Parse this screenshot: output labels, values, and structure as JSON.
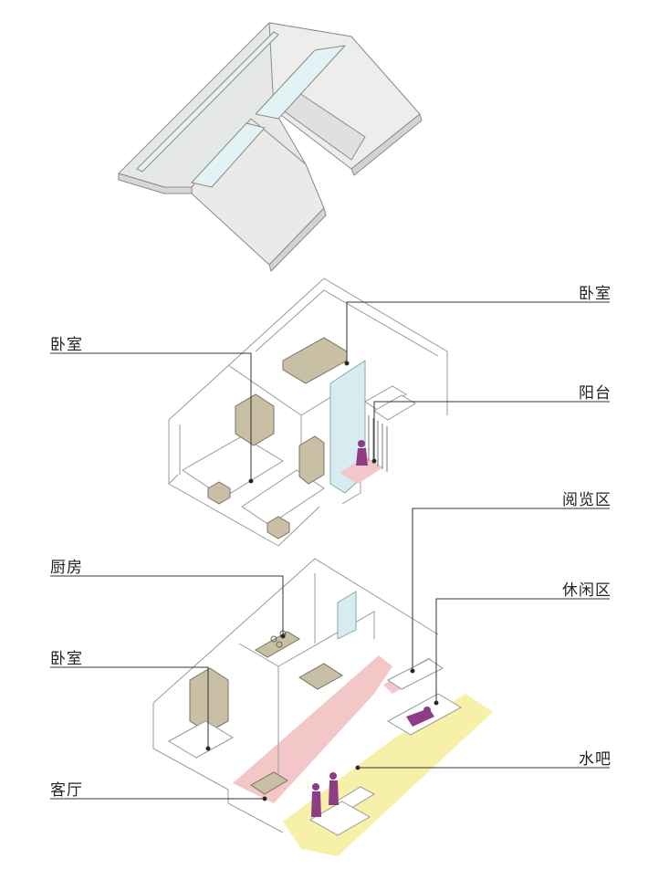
{
  "labels": {
    "upper_bedroom_right": "卧室",
    "upper_bedroom_left": "卧室",
    "balcony": "阳台",
    "reading_area": "阅览区",
    "kitchen": "厨房",
    "leisure_area": "休闲区",
    "lower_bedroom": "卧室",
    "water_bar": "水吧",
    "living_room": "客厅"
  },
  "colors": {
    "roof_fill": "#e6e8e6",
    "roof_glass": "#e3f2f4",
    "wall_line": "#7a7a7a",
    "leader_line": "#222222",
    "furniture": "#c8bfa4",
    "pink_zone": "#f3c6c8",
    "yellow_zone": "#f6f0a8",
    "figure": "#8e3c86",
    "glass": "#d6ecf0"
  }
}
